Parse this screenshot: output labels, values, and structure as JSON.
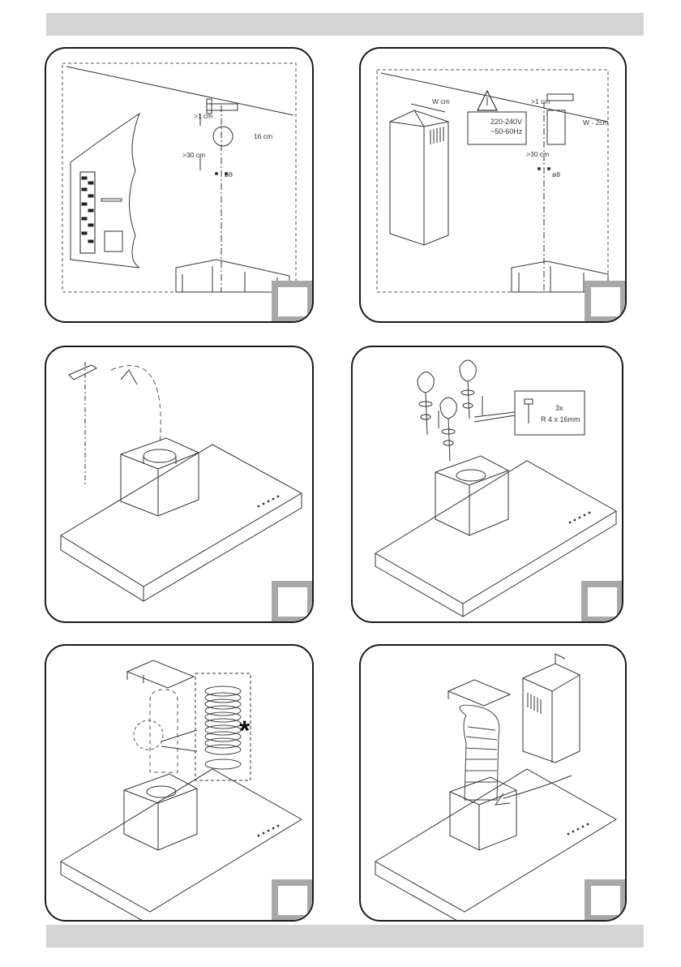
{
  "panels": {
    "p1": {
      "dim_top": ">1 cm",
      "dim_side": "16 cm",
      "dim_bottom": ">30 cm",
      "screw_label": "ø8"
    },
    "p2": {
      "width_label": "W cm",
      "voltage": "220-240V",
      "frequency": "~50-60Hz",
      "dim_top": ">1 cm",
      "dim_right": "W - 2cm",
      "dim_bottom": ">30 cm",
      "screw_label": "ø8"
    },
    "p4": {
      "screw_qty": "3x",
      "screw_spec": "R 4 x 16mm"
    },
    "p5": {
      "optional_mark": "*"
    }
  },
  "colors": {
    "header_bar": "#d4d4d4",
    "step_box": "#a8a8a8",
    "outline": "#1a1a1a"
  }
}
